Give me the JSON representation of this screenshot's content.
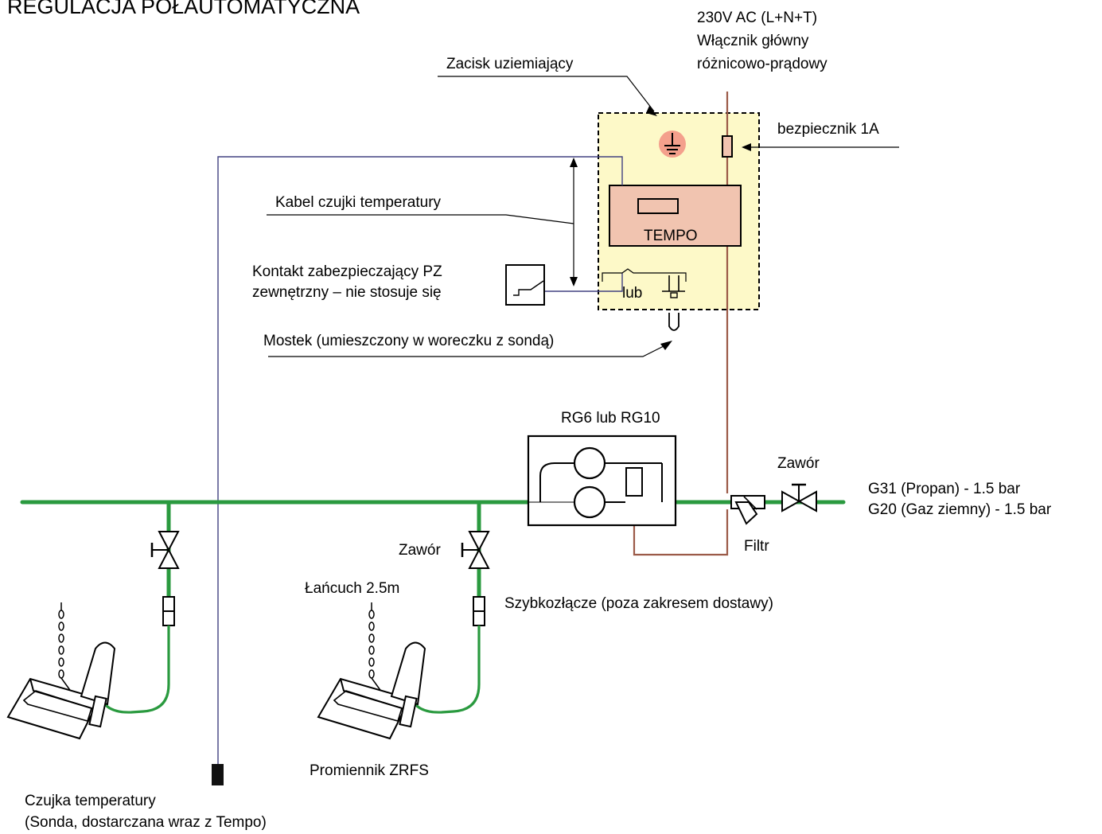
{
  "title": "I REGULACJA PÓŁAUTOMATYCZNA",
  "labels": {
    "power_line1": "230V AC (L+N+T)",
    "power_line2": "Włącznik główny",
    "power_line3": "różnicowo-prądowy",
    "ground_clamp": "Zacisk uziemiający",
    "fuse": "bezpiecznik 1A",
    "sensor_cable": "Kabel czujki temperatury",
    "tempo": "TEMPO",
    "contact_line1": "Kontakt zabezpieczający  PZ",
    "contact_line2": "zewnętrzny – nie stosuje się",
    "lub": "lub",
    "bridge": "Mostek (umieszczony w woreczku z sondą)",
    "regulator": "RG6 lub RG10",
    "valve_right": "Zawór",
    "gas_line1": "G31 (Propan) - 1.5 bar",
    "gas_line2": "G20 (Gaz ziemny) - 1.5 bar",
    "filter": "Filtr",
    "valve_mid": "Zawór",
    "chain": "Łańcuch 2.5m",
    "coupling": "Szybkozłącze (poza zakresem dostawy)",
    "radiator_prefix": "Promiennik ",
    "radiator_model": "ZRFS",
    "sensor_line1": "Czujka temperatury",
    "sensor_line2": "(Sonda, dostarczana wraz z Tempo)"
  },
  "colors": {
    "gas_pipe": "#2a9a3f",
    "power_cable": "#9b5a48",
    "sensor_cable": "#404080",
    "control_box_fill": "#fdf9c8",
    "tempo_fill": "#f1c4b0",
    "ground_symbol_fill": "#f4a08c"
  },
  "icons": {
    "ground": "ground-symbol-icon",
    "fuse": "fuse-icon",
    "valve": "valve-icon",
    "filter": "filter-icon",
    "coupling": "coupling-icon",
    "radiator": "radiant-heater-icon",
    "sensor": "temperature-probe-icon"
  }
}
